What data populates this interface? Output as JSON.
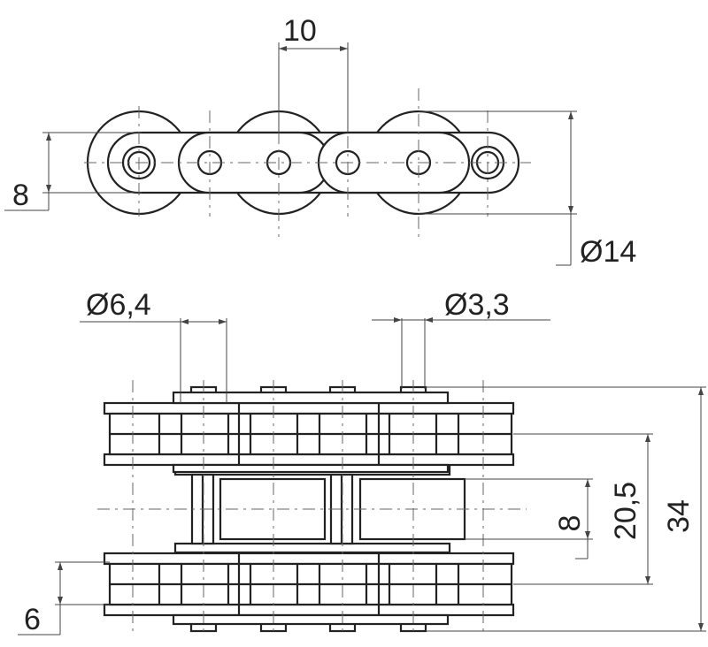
{
  "drawing": {
    "pitch_label": "10",
    "plate_height_label": "8",
    "roller_diameter_label": "Ø14",
    "pin_diameter_label": "Ø6,4",
    "small_diameter_label": "Ø3,3",
    "inner_width_label": "8",
    "row_spacing_label": "20,5",
    "overall_width_label": "34",
    "plate_thickness_label": "6"
  }
}
